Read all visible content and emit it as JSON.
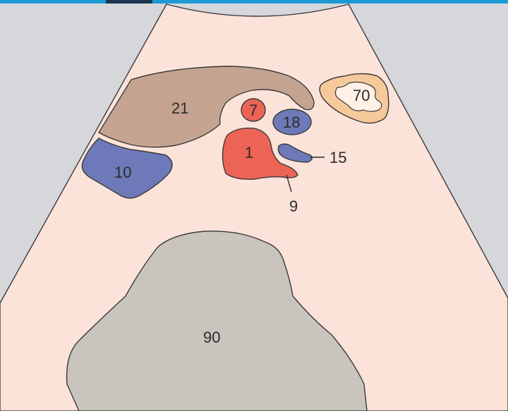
{
  "labels": {
    "l1": "1",
    "l7": "7",
    "l9": "9",
    "l10": "10",
    "l15": "15",
    "l18": "18",
    "l21": "21",
    "l70": "70",
    "l90": "90"
  },
  "colors": {
    "background": "#d5d7db",
    "fan": "#fce3da",
    "outline": "#3a3a3a",
    "vessel_red": "#ec6456",
    "vessel_blue": "#6d79b8",
    "organ_21": "#c4a491",
    "mass_70_outer": "#f6c99a",
    "mass_70_inner": "#fff1e6",
    "region_90": "#c9c4bd",
    "accent_bar": "#1c9ad6"
  }
}
